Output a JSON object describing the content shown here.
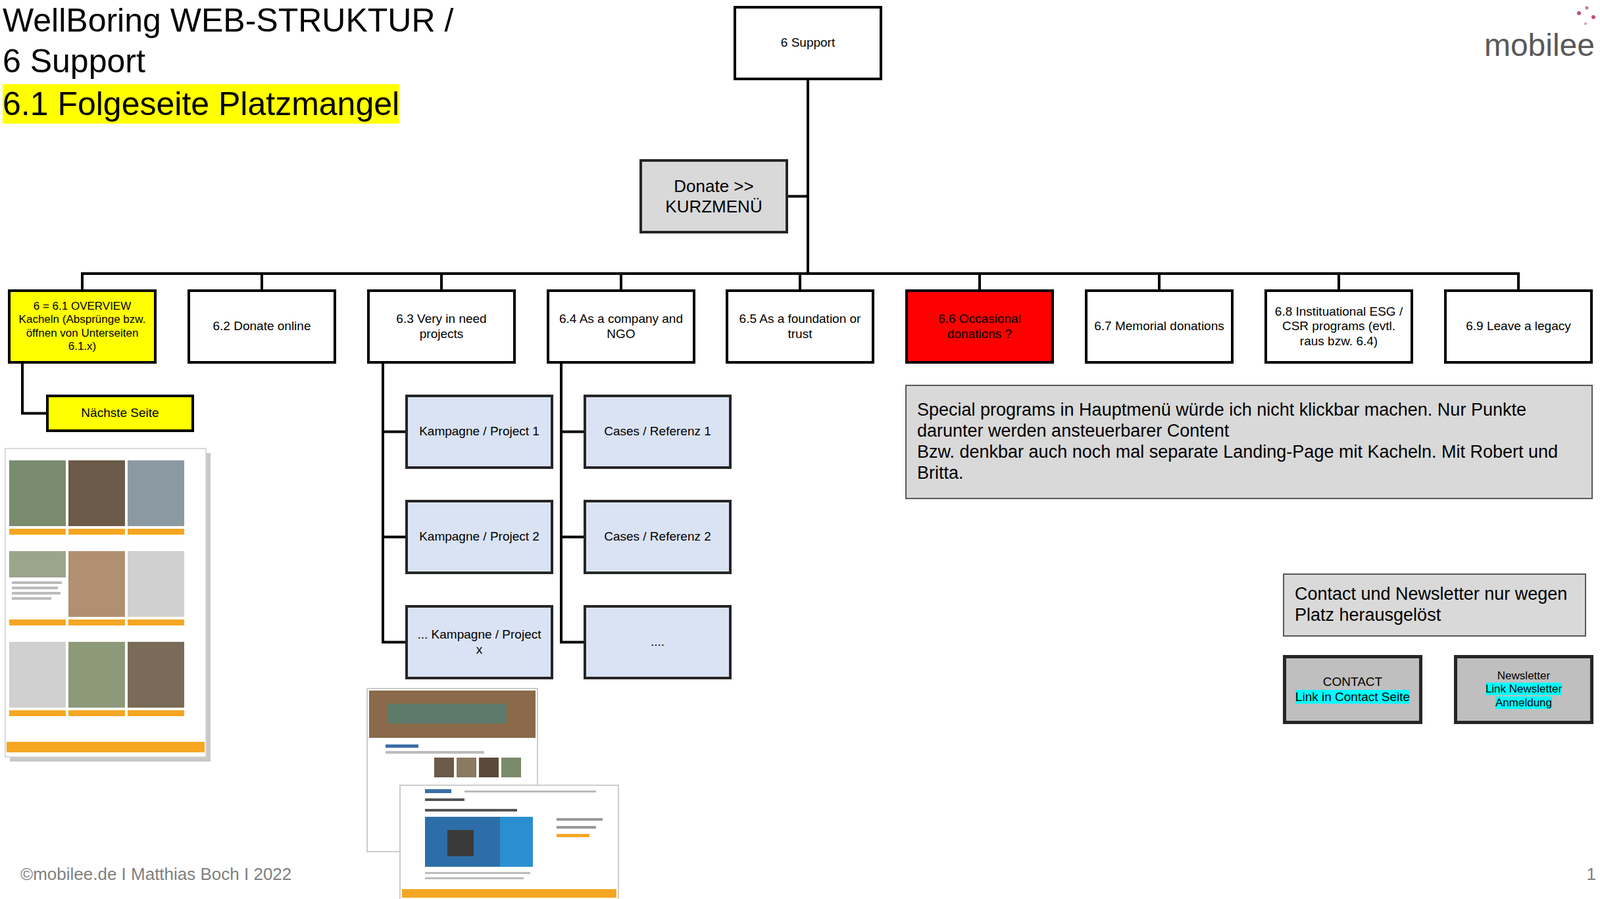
{
  "diagram": {
    "title": "WellBoring WEB-STRUKTUR / 6 Support",
    "nodes": [
      {
        "text": [
          "6 Support"
        ]
      },
      {
        "text": [
          "Donate >> KURZMENÜ"
        ]
      },
      {
        "text": [
          "6 = 6.1 OVERVIEW",
          "Kacheln (Absprünge bzw. öffnen von Unterseiten 6.1.x)"
        ]
      },
      {
        "text": [
          "6.2 Donate online"
        ]
      },
      {
        "text": [
          "6.3 Very in need projects"
        ]
      },
      {
        "text": [
          "6.4 As a company and NGO"
        ]
      },
      {
        "text": [
          "6.5 As a foundation or trust"
        ]
      },
      {
        "text": [
          "6.6 Occasional donations ?"
        ]
      },
      {
        "text": [
          "6.7 Memorial donations"
        ]
      },
      {
        "text": [
          "6.8 Instituational ESG / CSR programs (evtl. raus bzw. 6.4)"
        ]
      },
      {
        "text": [
          "6.9 Leave a legacy"
        ]
      },
      {
        "text": [
          "Nächste Seite"
        ]
      },
      {
        "text": [
          "Kampagne / Project 1"
        ]
      },
      {
        "text": [
          "Kampagne / Project 2"
        ]
      },
      {
        "text": [
          "... Kampagne / Project x"
        ]
      },
      {
        "text": [
          "Cases / Referenz 1"
        ]
      },
      {
        "text": [
          "Cases / Referenz 2"
        ]
      },
      {
        "text": [
          "...."
        ]
      },
      {
        "text": [
          "Special programs in Hauptmenü würde ich nicht klickbar machen. Nur Punkte darunter werden ansteuerbarer Content",
          "Bzw. denkbar auch noch mal separate Landing-Page mit Kacheln. Mit Robert und Britta."
        ]
      },
      {
        "text": [
          "Contact und Newsletter nur wegen Platz herausgelöst"
        ]
      },
      {
        "text": [
          "CONTACT",
          "Link in Contact Seite"
        ]
      },
      {
        "text": [
          "Newsletter",
          "Link Newsletter Anmeldung"
        ]
      }
    ],
    "edges": [
      {
        "from": 0,
        "to": 1,
        "arrow": "none"
      },
      {
        "from": 0,
        "to": 2,
        "arrow": "none"
      },
      {
        "from": 0,
        "to": 3,
        "arrow": "none"
      },
      {
        "from": 0,
        "to": 4,
        "arrow": "none"
      },
      {
        "from": 0,
        "to": 5,
        "arrow": "none"
      },
      {
        "from": 0,
        "to": 6,
        "arrow": "none"
      },
      {
        "from": 0,
        "to": 7,
        "arrow": "none"
      },
      {
        "from": 0,
        "to": 8,
        "arrow": "none"
      },
      {
        "from": 0,
        "to": 9,
        "arrow": "none"
      },
      {
        "from": 0,
        "to": 10,
        "arrow": "none"
      },
      {
        "from": 2,
        "to": 11,
        "arrow": "none"
      },
      {
        "from": 4,
        "to": 12,
        "arrow": "none"
      },
      {
        "from": 4,
        "to": 13,
        "arrow": "none"
      },
      {
        "from": 4,
        "to": 14,
        "arrow": "none"
      },
      {
        "from": 5,
        "to": 15,
        "arrow": "none"
      },
      {
        "from": 5,
        "to": 16,
        "arrow": "none"
      },
      {
        "from": 5,
        "to": 17,
        "arrow": "none"
      }
    ],
    "labels": [
      "6.1 Folgeseite Platzmangel",
      "mobilee",
      "©mobilee.de I Matthias Boch I 2022",
      "1"
    ]
  }
}
